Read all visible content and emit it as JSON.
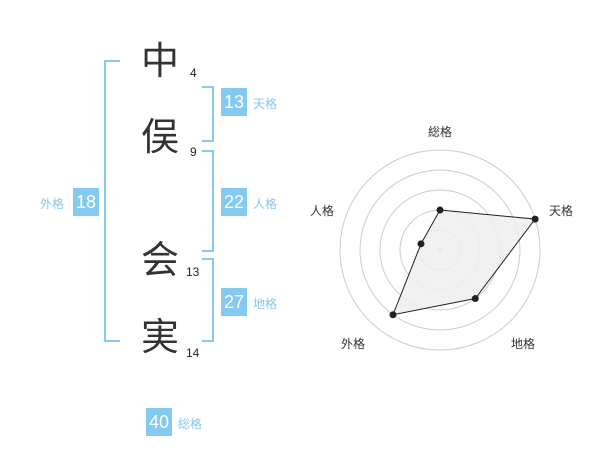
{
  "name_chars": [
    {
      "char": "中",
      "strokes": "4"
    },
    {
      "char": "俣",
      "strokes": "9"
    },
    {
      "char": "会",
      "strokes": "13"
    },
    {
      "char": "実",
      "strokes": "14"
    }
  ],
  "fortunes": {
    "tenkaku": {
      "label": "天格",
      "value": "13"
    },
    "jinkaku": {
      "label": "人格",
      "value": "22"
    },
    "chikaku": {
      "label": "地格",
      "value": "27"
    },
    "gaikaku": {
      "label": "外格",
      "value": "18"
    },
    "soukaku": {
      "label": "総格",
      "value": "40"
    }
  },
  "colors": {
    "accent": "#83c9f0",
    "text": "#333333"
  },
  "chart_data": {
    "type": "radar",
    "axes": [
      "総格",
      "天格",
      "地格",
      "外格",
      "人格"
    ],
    "values": [
      2,
      5,
      3,
      4,
      1
    ],
    "max": 5,
    "grid": true
  }
}
